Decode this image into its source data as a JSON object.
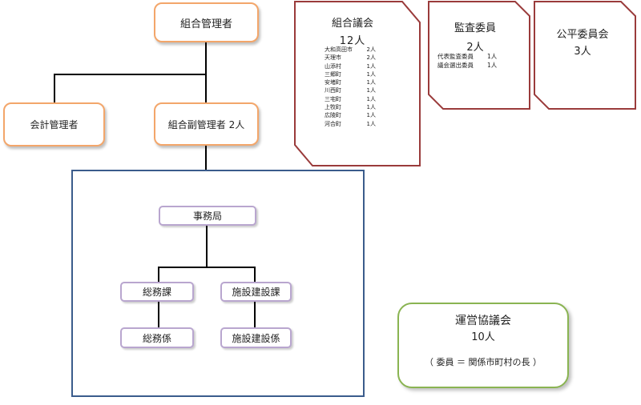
{
  "org": {
    "admin": "組合管理者",
    "accountant": "会計管理者",
    "vice_admin": "組合副管理者 2人",
    "secretariat": "事務局",
    "general_affairs_section": "総務課",
    "facility_section": "施設建設課",
    "general_affairs_unit": "総務係",
    "facility_unit": "施設建設係"
  },
  "assembly": {
    "title": "組合議会",
    "count": "12人",
    "members": [
      {
        "name": "大和高田市",
        "count": "2人"
      },
      {
        "name": "天理市",
        "count": "2人"
      },
      {
        "name": "山添村",
        "count": "1人"
      },
      {
        "name": "三郷町",
        "count": "1人"
      },
      {
        "name": "安堵町",
        "count": "1人"
      },
      {
        "name": "川西町",
        "count": "1人"
      },
      {
        "name": "三宅町",
        "count": "1人"
      },
      {
        "name": "上牧町",
        "count": "1人"
      },
      {
        "name": "広陵町",
        "count": "1人"
      },
      {
        "name": "河合町",
        "count": "1人"
      }
    ]
  },
  "audit": {
    "title": "監査委員",
    "count": "2人",
    "members": [
      {
        "name": "代表監査委員",
        "count": "1人"
      },
      {
        "name": "議会選出委員",
        "count": "1人"
      }
    ]
  },
  "fairness": {
    "title": "公平委員会",
    "count": "3人"
  },
  "council": {
    "title": "運営協議会",
    "count": "10人",
    "note": "（ 委員 ＝ 関係市町村の長 ）"
  },
  "colors": {
    "orange_border": "#f3a66a",
    "purple_border": "#b9a6cf",
    "maroon_border": "#9a3b3b",
    "frame_border": "#3b5c8c",
    "green_border": "#8ab452"
  }
}
